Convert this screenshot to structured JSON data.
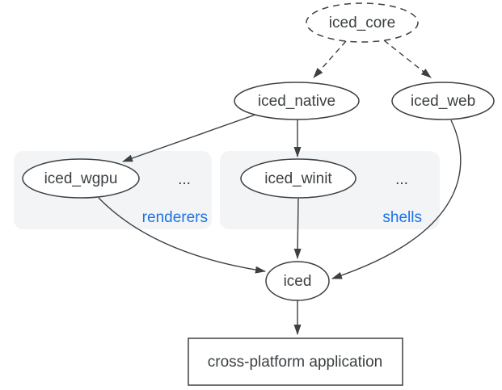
{
  "diagram": {
    "nodes": {
      "iced_core": {
        "label": "iced_core",
        "shape": "ellipse",
        "style": "dashed"
      },
      "iced_native": {
        "label": "iced_native",
        "shape": "ellipse",
        "style": "solid"
      },
      "iced_web": {
        "label": "iced_web",
        "shape": "ellipse",
        "style": "solid"
      },
      "iced_wgpu": {
        "label": "iced_wgpu",
        "shape": "ellipse",
        "style": "solid",
        "group": "renderers"
      },
      "iced_winit": {
        "label": "iced_winit",
        "shape": "ellipse",
        "style": "solid",
        "group": "shells"
      },
      "iced": {
        "label": "iced",
        "shape": "ellipse",
        "style": "solid"
      },
      "application": {
        "label": "cross-platform application",
        "shape": "rectangle",
        "style": "solid"
      }
    },
    "groups": {
      "renderers": {
        "label": "renderers",
        "more": "..."
      },
      "shells": {
        "label": "shells",
        "more": "..."
      }
    },
    "edges": [
      {
        "from": "iced_core",
        "to": "iced_native",
        "style": "dashed"
      },
      {
        "from": "iced_core",
        "to": "iced_web",
        "style": "dashed"
      },
      {
        "from": "iced_native",
        "to": "iced_wgpu",
        "style": "solid"
      },
      {
        "from": "iced_native",
        "to": "iced_winit",
        "style": "solid"
      },
      {
        "from": "iced_wgpu",
        "to": "iced",
        "style": "solid"
      },
      {
        "from": "iced_winit",
        "to": "iced",
        "style": "solid"
      },
      {
        "from": "iced_web",
        "to": "iced",
        "style": "solid"
      },
      {
        "from": "iced",
        "to": "application",
        "style": "solid"
      }
    ],
    "colors": {
      "stroke": "#3c4043",
      "text": "#3c4043",
      "node_fill": "#ffffff",
      "group_fill": "#f3f4f6",
      "group_label": "#1a73e8",
      "background": "#ffffff"
    }
  }
}
